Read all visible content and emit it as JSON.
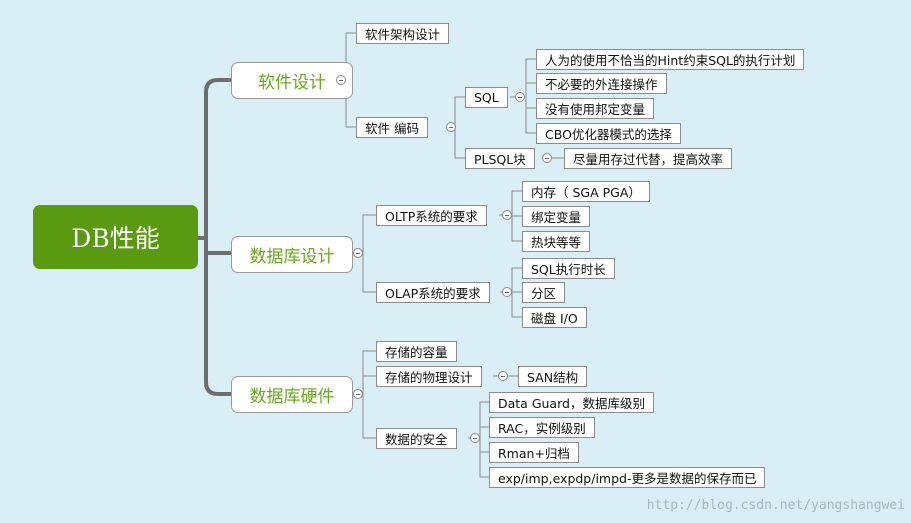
{
  "root": "DB性能",
  "software": {
    "label": "软件设计",
    "arch": "软件架构设计",
    "coding": "软件 编码",
    "sql": {
      "label": "SQL",
      "items": [
        "人为的使用不恰当的Hint约束SQL的执行计划",
        "不必要的外连接操作",
        "没有使用邦定变量",
        "CBO优化器模式的选择"
      ]
    },
    "plsql": {
      "label": "PLSQL块",
      "item": "尽量用存过代替，提高效率"
    }
  },
  "database": {
    "label": "数据库设计",
    "oltp": {
      "label": "OLTP系统的要求",
      "items": [
        "内存（ SGA PGA）",
        "绑定变量",
        "热块等等"
      ]
    },
    "olap": {
      "label": "OLAP系统的要求",
      "items": [
        "SQL执行时长",
        "分区",
        "磁盘 I/O"
      ]
    }
  },
  "hardware": {
    "label": "数据库硬件",
    "capacity": "存储的容量",
    "physical": {
      "label": "存储的物理设计",
      "item": "SAN结构"
    },
    "security": {
      "label": "数据的安全",
      "items": [
        "Data Guard，数据库级别",
        "RAC，实例级别",
        "Rman+归档",
        "exp/imp,expdp/impd-更多是数据的保存而已"
      ]
    }
  },
  "watermark": "http://blog.csdn.net/yangshangwei",
  "colors": {
    "background": "#daeef5",
    "root": "#5a9a10",
    "level1_text": "#6aa820",
    "connector": "#6d6d6d"
  }
}
